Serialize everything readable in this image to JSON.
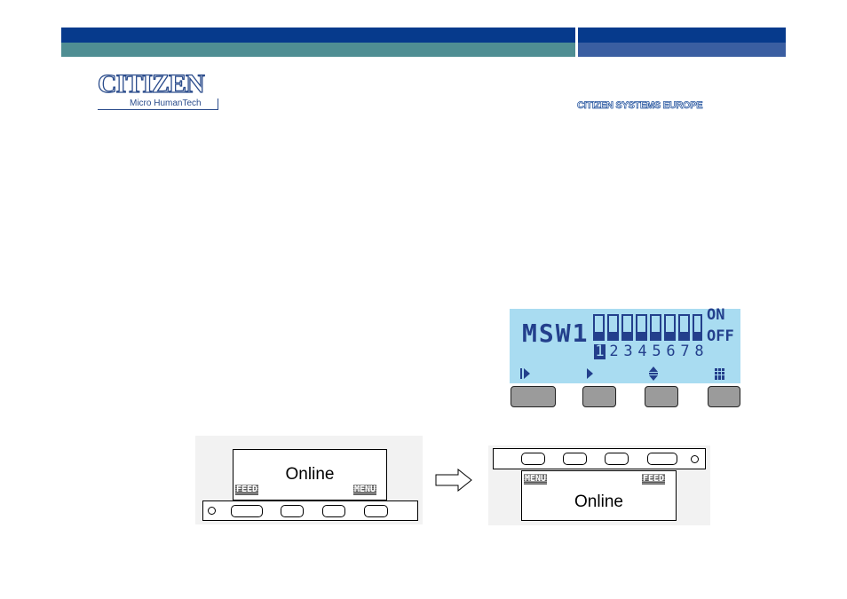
{
  "header": {
    "logo_text": "CITIZEN",
    "logo_subtitle": "Micro HumanTech",
    "company": "CITIZEN SYSTEMS EUROPE"
  },
  "lcd": {
    "title": "MSW1",
    "on_label": "ON",
    "off_label": "OFF",
    "switch_numbers": [
      "1",
      "2",
      "3",
      "4",
      "5",
      "6",
      "7",
      "8"
    ],
    "selected_switch": 1,
    "soft_key_icons": [
      "play-icon",
      "right-arrow-icon",
      "up-down-icon",
      "block-icon"
    ]
  },
  "before_panel": {
    "display_text": "Online",
    "left_label": "FEED",
    "right_label": "MENU"
  },
  "after_panel": {
    "display_text": "Online",
    "left_label": "MENU",
    "right_label": "FEED"
  },
  "colors": {
    "header_blue": "#063a8c",
    "header_teal": "#4f8e93",
    "lcd_background": "#a9dcf1",
    "lcd_text": "#233f8c"
  }
}
